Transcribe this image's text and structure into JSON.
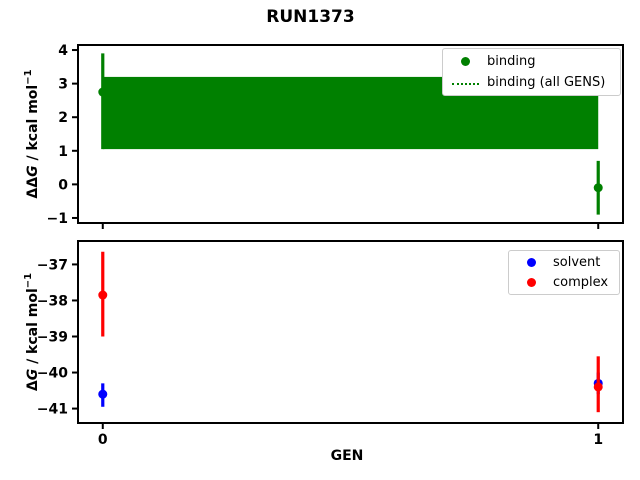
{
  "figure": {
    "title": "RUN1373",
    "background": "#ffffff"
  },
  "chart_data": [
    {
      "type": "scatter",
      "title": "RUN1373",
      "xlabel": "",
      "ylabel": "ΔΔG / kcal mol⁻¹",
      "ylabel_parts": [
        {
          "t": "ΔΔ"
        },
        {
          "t": "G"
        },
        {
          "t": " / kcal mol"
        },
        {
          "t": "−1"
        }
      ],
      "xlim": [
        -0.05,
        1.05
      ],
      "ylim": [
        -1.15,
        4.15
      ],
      "grid": false,
      "xticks": [
        {
          "v": 0,
          "label": ""
        },
        {
          "v": 1,
          "label": ""
        }
      ],
      "yticks": [
        {
          "v": 4,
          "label": "4"
        },
        {
          "v": 3,
          "label": "3"
        },
        {
          "v": 2,
          "label": "2"
        },
        {
          "v": 1,
          "label": "1"
        },
        {
          "v": 0,
          "label": "0"
        },
        {
          "v": -1,
          "label": "−1"
        }
      ],
      "band": {
        "label": "binding (all GENS)",
        "color": "#008000",
        "x_start": 0,
        "x_end": 1,
        "y_low": 1.05,
        "y_high": 3.2
      },
      "series": [
        {
          "name": "binding",
          "color": "#008000",
          "marker": "circle",
          "points": [
            {
              "x": 0,
              "y": 2.75,
              "err_low": 1.05,
              "err_high": 3.9
            },
            {
              "x": 1,
              "y": -0.1,
              "err_low": -0.9,
              "err_high": 0.7
            }
          ]
        }
      ],
      "legend": {
        "position": "upper right",
        "entries": [
          {
            "label": "binding",
            "marker": "dot",
            "color": "#008000"
          },
          {
            "label": "binding (all GENS)",
            "marker": "dotted-line",
            "color": "#008000"
          }
        ]
      }
    },
    {
      "type": "scatter",
      "title": "",
      "xlabel": "GEN",
      "ylabel": "ΔG / kcal mol⁻¹",
      "ylabel_parts": [
        {
          "t": "Δ"
        },
        {
          "t": "G"
        },
        {
          "t": " / kcal mol"
        },
        {
          "t": "−1"
        }
      ],
      "xlim": [
        -0.05,
        1.05
      ],
      "ylim": [
        -41.4,
        -36.35
      ],
      "grid": false,
      "xticks": [
        {
          "v": 0,
          "label": "0"
        },
        {
          "v": 1,
          "label": "1"
        }
      ],
      "yticks": [
        {
          "v": -37,
          "label": "−37"
        },
        {
          "v": -38,
          "label": "−38"
        },
        {
          "v": -39,
          "label": "−39"
        },
        {
          "v": -40,
          "label": "−40"
        },
        {
          "v": -41,
          "label": "−41"
        }
      ],
      "series": [
        {
          "name": "solvent",
          "color": "#0000ff",
          "marker": "circle",
          "points": [
            {
              "x": 0,
              "y": -40.6,
              "err_low": -40.95,
              "err_high": -40.3
            },
            {
              "x": 1,
              "y": -40.3,
              "err_low": -40.6,
              "err_high": -40.0
            }
          ]
        },
        {
          "name": "complex",
          "color": "#ff0000",
          "marker": "circle",
          "points": [
            {
              "x": 0,
              "y": -37.85,
              "err_low": -39.0,
              "err_high": -36.65
            },
            {
              "x": 1,
              "y": -40.4,
              "err_low": -41.1,
              "err_high": -39.55
            }
          ]
        }
      ],
      "legend": {
        "position": "upper right",
        "entries": [
          {
            "label": "solvent",
            "marker": "dot",
            "color": "#0000ff"
          },
          {
            "label": "complex",
            "marker": "dot",
            "color": "#ff0000"
          }
        ]
      }
    }
  ]
}
